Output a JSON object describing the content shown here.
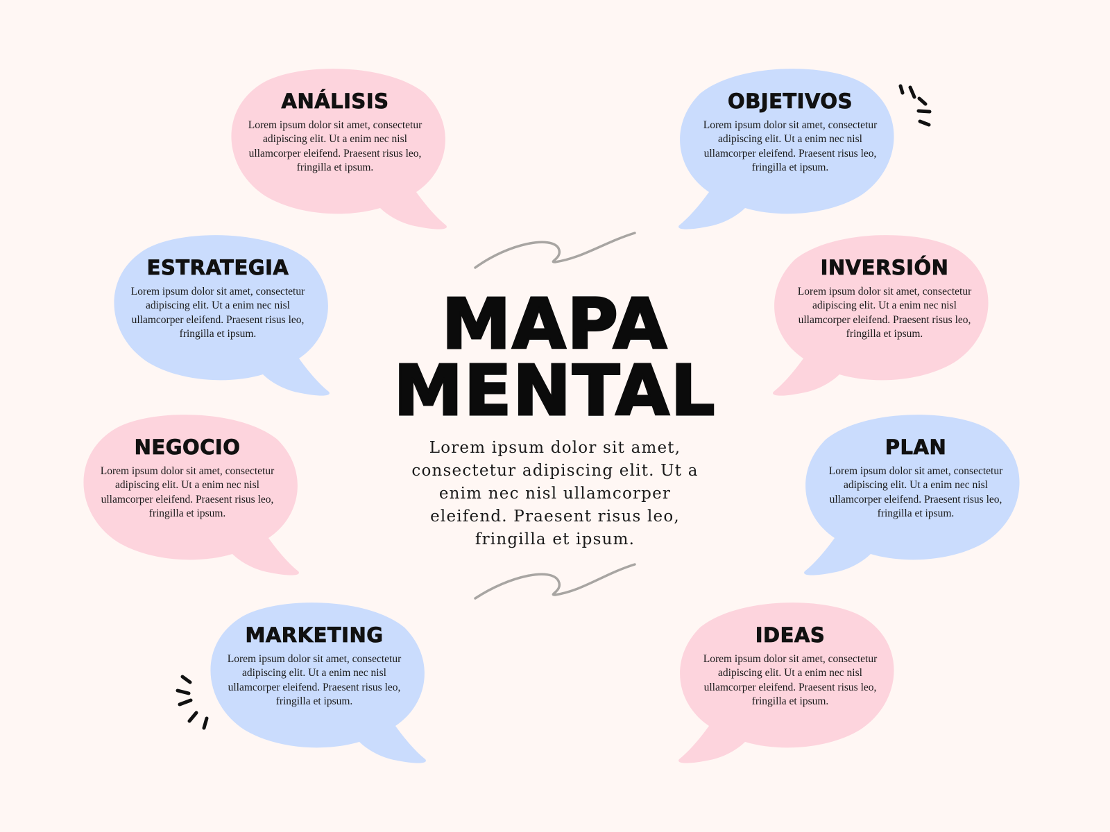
{
  "colors": {
    "background": "#fff7f4",
    "pink": "#fdd4dd",
    "blue": "#cadcfd",
    "squiggle": "#a8a5a2",
    "ink": "#111111"
  },
  "title": {
    "line1": "MAPA",
    "line2": "MENTAL"
  },
  "subtitle": "Lorem ipsum dolor sit amet, consectetur adipiscing elit. Ut a enim nec nisl ullamcorper eleifend. Praesent risus leo, fringilla et ipsum.",
  "nodes": [
    {
      "title": "ANÁLISIS",
      "text": "Lorem ipsum dolor sit amet, consectetur adipiscing elit. Ut a enim nec nisl ullamcorper eleifend. Praesent risus leo, fringilla et ipsum.",
      "color": "pink"
    },
    {
      "title": "OBJETIVOS",
      "text": "Lorem ipsum dolor sit amet, consectetur adipiscing elit. Ut a enim nec nisl ullamcorper eleifend. Praesent risus leo, fringilla et ipsum.",
      "color": "blue"
    },
    {
      "title": "ESTRATEGIA",
      "text": "Lorem ipsum dolor sit amet, consectetur adipiscing elit. Ut a enim nec nisl ullamcorper eleifend. Praesent risus leo, fringilla et ipsum.",
      "color": "blue"
    },
    {
      "title": "INVERSIÓN",
      "text": "Lorem ipsum dolor sit amet, consectetur adipiscing elit. Ut a enim nec nisl ullamcorper eleifend. Praesent risus leo, fringilla et ipsum.",
      "color": "pink"
    },
    {
      "title": "NEGOCIO",
      "text": "Lorem ipsum dolor sit amet, consectetur adipiscing elit. Ut a enim nec nisl ullamcorper eleifend. Praesent risus leo, fringilla et ipsum.",
      "color": "pink"
    },
    {
      "title": "PLAN",
      "text": "Lorem ipsum dolor sit amet, consectetur adipiscing elit. Ut a enim nec nisl ullamcorper eleifend. Praesent risus leo, fringilla et ipsum.",
      "color": "blue"
    },
    {
      "title": "MARKETING",
      "text": "Lorem ipsum dolor sit amet, consectetur adipiscing elit. Ut a enim nec nisl ullamcorper eleifend. Praesent risus leo, fringilla et ipsum.",
      "color": "blue"
    },
    {
      "title": "IDEAS",
      "text": "Lorem ipsum dolor sit amet, consectetur adipiscing elit. Ut a enim nec nisl ullamcorper eleifend. Praesent risus leo, fringilla et ipsum.",
      "color": "pink"
    }
  ]
}
